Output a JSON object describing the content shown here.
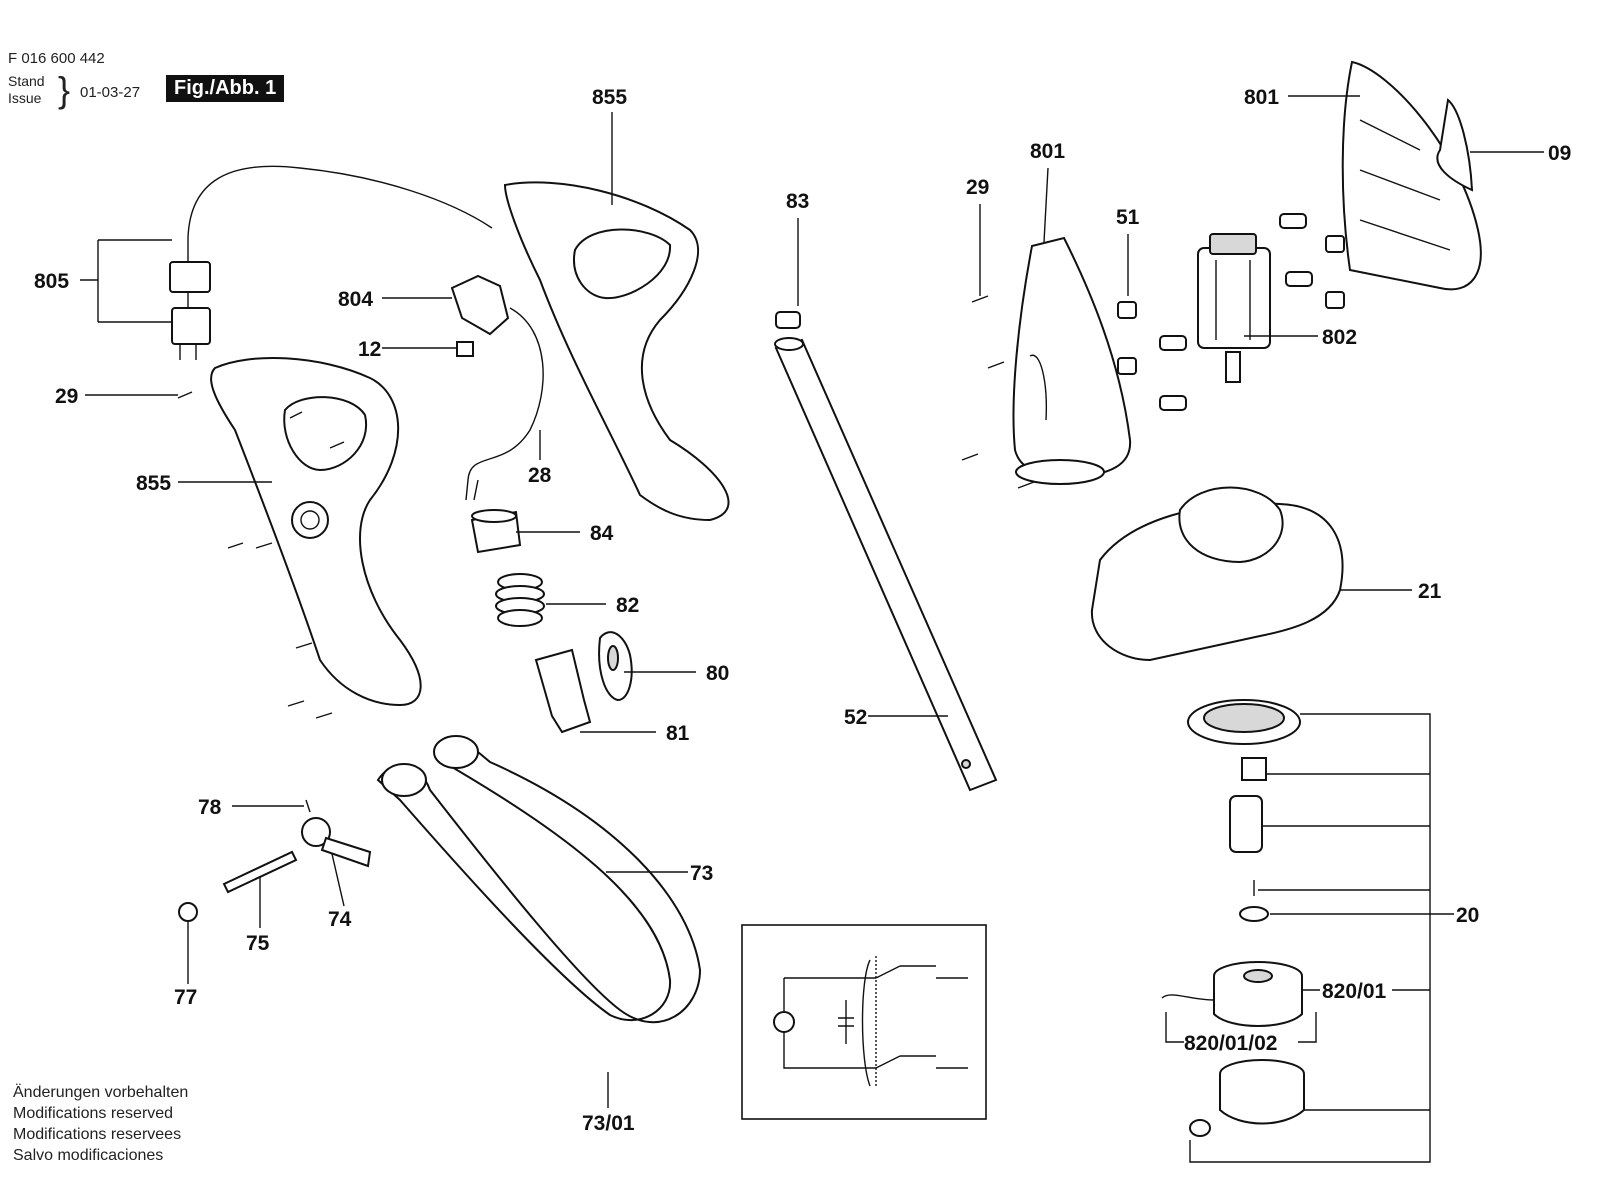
{
  "header": {
    "part_number": "F 016 600 442",
    "stand_label": "Stand",
    "issue_label": "Issue",
    "date": "01-03-27",
    "figure_label": "Fig./Abb. 1"
  },
  "notes": [
    "Änderungen vorbehalten",
    "Modifications reserved",
    "Modifications reservees",
    "Salvo modificaciones"
  ],
  "callouts": {
    "c805": "805",
    "c29a": "29",
    "c855a": "855",
    "c804": "804",
    "c12": "12",
    "c28": "28",
    "c855b": "855",
    "c84": "84",
    "c82": "82",
    "c80": "80",
    "c81": "81",
    "c83": "83",
    "c52": "52",
    "c29b": "29",
    "c801a": "801",
    "c51": "51",
    "c801b": "801",
    "c09": "09",
    "c802": "802",
    "c21": "21",
    "c20": "20",
    "c820_01": "820/01",
    "c820_01_02": "820/01/02",
    "c78": "78",
    "c74": "74",
    "c75": "75",
    "c77": "77",
    "c73": "73",
    "c73_01": "73/01"
  }
}
